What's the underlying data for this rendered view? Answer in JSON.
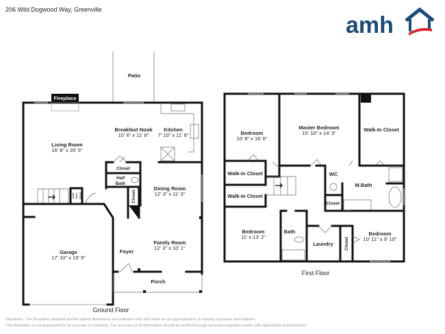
{
  "header": {
    "address": "206 Wild Dogwood Way, Greenville",
    "logo_text": "amh",
    "brand_color": "#1b4a7a",
    "accent_color": "#d8262e"
  },
  "ground": {
    "title": "Ground Floor",
    "patio": "Patio",
    "fireplace": "Fireplace",
    "living": {
      "name": "Living Room",
      "dim": "16' 8\" x 20' 5\""
    },
    "nook": {
      "name": "Breakfast Nook",
      "dim": "10' 6\" x 11' 8\""
    },
    "kitchen": {
      "name": "Kitchen",
      "dim": "7' 10\" x 11' 8\""
    },
    "closet": "Closet",
    "half_bath": [
      "Half",
      "Bath"
    ],
    "under_stairs": [
      "Under",
      "Stairs",
      "Closet"
    ],
    "closet2": "Closet",
    "dining": {
      "name": "Dining Room",
      "dim": "12' 3\" x 11' 3\""
    },
    "family": {
      "name": "Family Room",
      "dim": "12' 3\" x 10' 1\""
    },
    "garage": {
      "name": "Garage",
      "dim": "17' 10\" x 19' 9\""
    },
    "foyer": "Foyer",
    "porch": "Porch"
  },
  "first": {
    "title": "First Floor",
    "bed1": {
      "name": "Bedroom",
      "dim": "10' 8\" x 16' 6\""
    },
    "master": {
      "name": "Master Bedroom",
      "dim": "15' 10\" x 14' 3\""
    },
    "wic_master": "Walk-In Closet",
    "wic1": "Walk-In Closet",
    "wic2": "Walk-In Closet",
    "wc": "WC",
    "mbath": "M.Bath",
    "closet_m": "Closet",
    "bed2": {
      "name": "Bedroom",
      "dim": "11' x 13' 2\""
    },
    "bath": "Bath",
    "laundry": "Laundry",
    "closet": "Closet",
    "bed3": {
      "name": "Bedroom",
      "dim": "10' 11\" x 9' 10\""
    }
  },
  "disclaimer": [
    "Disclaimer: The floorplans depicted and the stated dimensions are indicative only and serve as an approximation of existing structures and features.",
    "This illustration is not guaranteed to be accurate or complete. The accuracy of all information should be verified through personal inspection and/or with appropriate professionals."
  ]
}
